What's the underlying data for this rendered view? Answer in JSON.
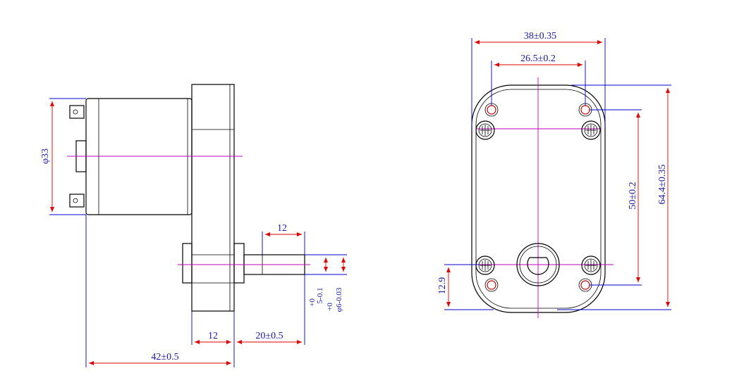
{
  "dimensions": {
    "side_diameter": "φ33",
    "shaft_length": "12",
    "flat_tol_plus": "+0",
    "flat_value": "5-0.1",
    "shaft_tol_plus": "+0",
    "shaft_value": "φ6-0.03",
    "gearbox_thickness": "12",
    "shaft_extension": "20±0.5",
    "total_length": "42±0.5",
    "front_width": "38±0.35",
    "hole_spacing_x": "26.5±0.2",
    "hole_spacing_y": "50±0.2",
    "front_height": "64.4±0.35",
    "shaft_offset": "12.9"
  },
  "colors": {
    "outline": "#000000",
    "dimension_line": "#e00000",
    "extension_line": "#0000cc",
    "center_line": "#c000c0",
    "dimension_text": "#1a1aa0"
  }
}
